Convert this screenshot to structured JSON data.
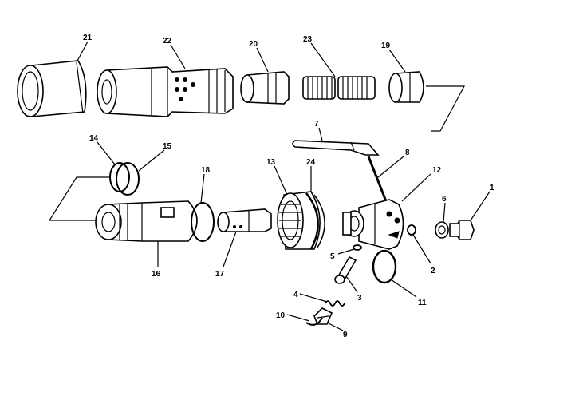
{
  "callouts": {
    "p21": "21",
    "p22": "22",
    "p20": "20",
    "p23": "23",
    "p19": "19",
    "p14": "14",
    "p15": "15",
    "p18": "18",
    "p13": "13",
    "p24": "24",
    "p7": "7",
    "p8": "8",
    "p12": "12",
    "p6": "6",
    "p1": "1",
    "p16": "16",
    "p17": "17",
    "p5": "5",
    "p2": "2",
    "p3": "3",
    "p4": "4",
    "p11": "11",
    "p10": "10",
    "p9": "9"
  }
}
